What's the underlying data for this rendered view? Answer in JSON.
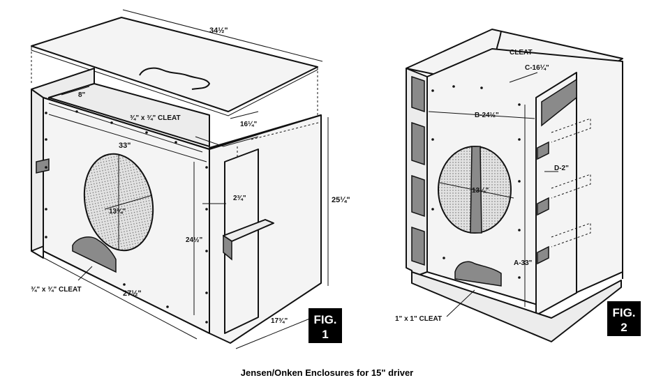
{
  "figure1": {
    "label_line1": "FIG.",
    "label_line2": "1",
    "dims": {
      "top_width": "34½\"",
      "inner_offset": "8\"",
      "cleat_top": "¾\" x ¾\" CLEAT",
      "depth_inner": "16¼\"",
      "front_width": "33\"",
      "shelf_offset": "2¾\"",
      "height": "25¼\"",
      "hole_diameter": "13¼\"",
      "front_height": "24½\"",
      "cleat_bottom": "¾\" x ¾\" CLEAT",
      "base_width": "27½\"",
      "side_depth": "17¾\""
    }
  },
  "figure2": {
    "label_line1": "FIG.",
    "label_line2": "2",
    "dims": {
      "cleat_top": "CLEAT",
      "c_dim": "C-16¼\"",
      "b_dim": "B-24½\"",
      "d_dim": "D-2\"",
      "hole_diameter": "13¼\"",
      "a_dim": "A-33\"",
      "cleat_bottom": "1\" x 1\" CLEAT"
    }
  },
  "caption": "Jensen/Onken Enclosures for 15\" driver"
}
